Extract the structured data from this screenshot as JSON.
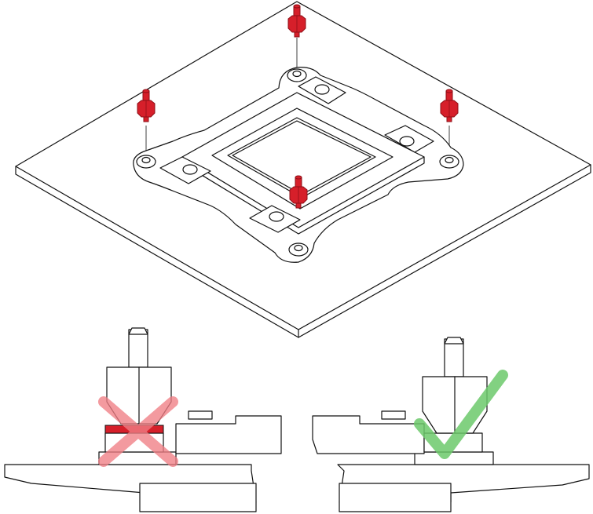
{
  "diagram": {
    "standoff_color": "#d61f2a",
    "standoff_dark": "#8e0f17",
    "wrong_mark_color": "#f07e85",
    "correct_mark_color": "#6cc96b",
    "standoff_count": 4,
    "panels": [
      {
        "id": "wrong",
        "marker_icon": "cross-mark-icon",
        "verdict": "incorrect"
      },
      {
        "id": "right",
        "marker_icon": "check-mark-icon",
        "verdict": "correct"
      }
    ]
  }
}
